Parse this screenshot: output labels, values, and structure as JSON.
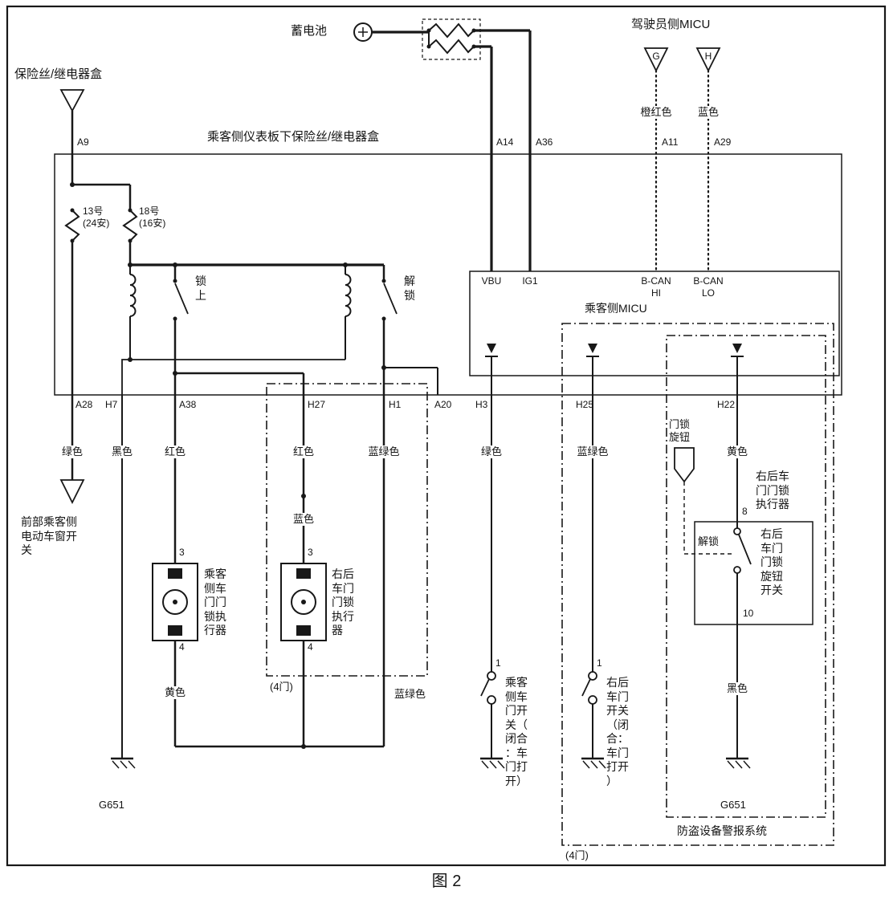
{
  "top": {
    "fuse_relay_box": "保险丝/继电器盒",
    "battery": "蓄电池",
    "driver_micu": "驾驶员侧MICU",
    "triangle_g": "G",
    "triangle_h": "H",
    "wire_orange_red": "橙红色",
    "wire_blue": "蓝色",
    "a9": "A9",
    "a14": "A14",
    "a36": "A36",
    "a11": "A11",
    "a29": "A29"
  },
  "box": {
    "title": "乘客侧仪表板下保险丝/继电器盒",
    "fuse13": "13号",
    "fuse13_amp": "(24安)",
    "fuse18": "18号",
    "fuse18_amp": "(16安)",
    "relay_lock": "锁上",
    "relay_unlock": "解锁",
    "t_a28": "A28",
    "t_h7": "H7",
    "t_a38": "A38",
    "t_h27": "H27",
    "t_h1": "H1",
    "t_a20": "A20",
    "t_h3": "H3",
    "t_h25": "H25",
    "t_h22": "H22"
  },
  "micu": {
    "label": "乘客侧MICU",
    "vbu": "VBU",
    "ig1": "IG1",
    "bcan_hi": "B-CAN HI",
    "bcan_lo": "B-CAN LO"
  },
  "wires": {
    "green": "绿色",
    "black": "黑色",
    "red": "红色",
    "blue": "蓝色",
    "teal": "蓝绿色",
    "yellow": "黄色"
  },
  "pins": {
    "p1": "1",
    "p3": "3",
    "p4": "4",
    "p8": "8",
    "p10": "10"
  },
  "components": {
    "window_switch": "前部乘客侧电动车窗开关",
    "pax_actuator": "乘客侧车门门锁执行器",
    "rr_actuator": "右后车门门锁执行器",
    "pax_door_switch": "乘客侧车门开关（闭合：车门打开）",
    "rr_door_switch": "右后车门开关（闭合：车门打开）",
    "knob": "门锁旋钮",
    "knob_switch_assembly": "右后车门门锁执行器",
    "knob_switch": "右后车门门锁旋钮开关",
    "knob_state": "解锁",
    "security_system": "防盗设备警报系统",
    "four_door": "(4门)"
  },
  "grounds": {
    "left": "G651",
    "right": "G651"
  },
  "figure_caption": "图 2"
}
